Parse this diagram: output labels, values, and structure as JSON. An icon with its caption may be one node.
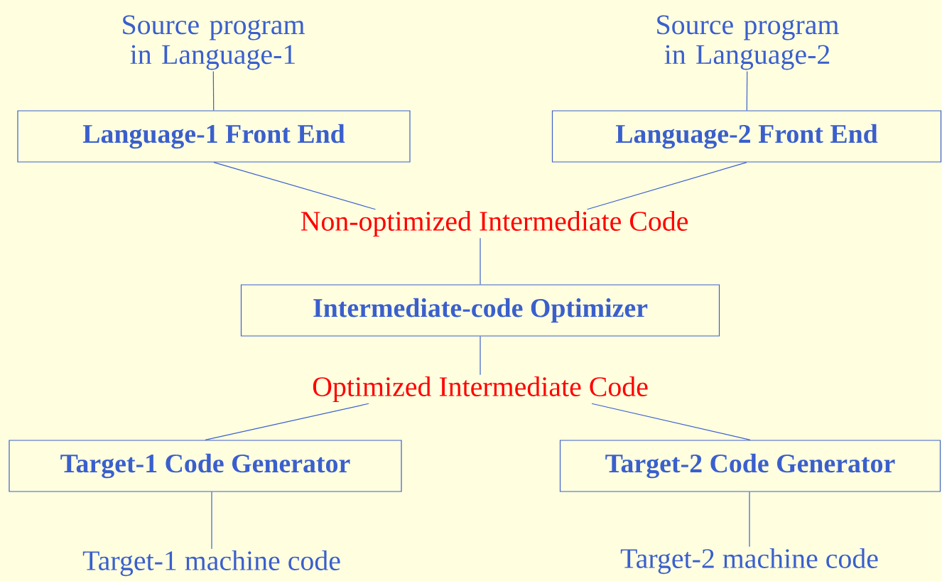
{
  "diagram": {
    "nodes": [
      {
        "text": [
          "Source program in Language-1"
        ]
      },
      {
        "text": [
          "Source program in Language-2"
        ]
      },
      {
        "text": [
          "Language-1 Front End"
        ]
      },
      {
        "text": [
          "Language-2 Front End"
        ]
      },
      {
        "text": [
          "Non-optimized Intermediate Code"
        ]
      },
      {
        "text": [
          "Intermediate-code Optimizer"
        ]
      },
      {
        "text": [
          "Optimized Intermediate Code"
        ]
      },
      {
        "text": [
          "Target-1 Code Generator"
        ]
      },
      {
        "text": [
          "Target-2 Code Generator"
        ]
      },
      {
        "text": [
          "Target-1 machine code"
        ]
      },
      {
        "text": [
          "Target-2 machine code"
        ]
      }
    ],
    "edges": [
      {
        "from": 0,
        "to": 2,
        "arrow": "none"
      },
      {
        "from": 1,
        "to": 3,
        "arrow": "none"
      },
      {
        "from": 2,
        "to": 4,
        "arrow": "none"
      },
      {
        "from": 3,
        "to": 4,
        "arrow": "none"
      },
      {
        "from": 4,
        "to": 5,
        "arrow": "none"
      },
      {
        "from": 5,
        "to": 6,
        "arrow": "none"
      },
      {
        "from": 6,
        "to": 7,
        "arrow": "none"
      },
      {
        "from": 6,
        "to": 8,
        "arrow": "none"
      },
      {
        "from": 7,
        "to": 9,
        "arrow": "none"
      },
      {
        "from": 8,
        "to": 10,
        "arrow": "none"
      }
    ]
  }
}
